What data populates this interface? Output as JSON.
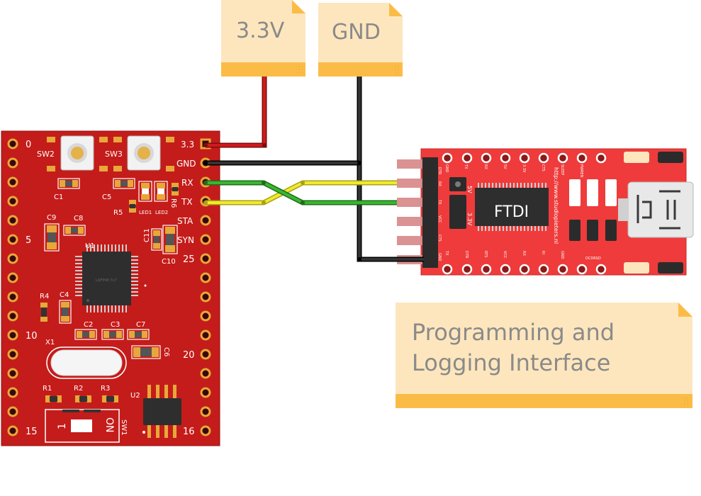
{
  "notes": {
    "v33": "3.3V",
    "gnd": "GND",
    "interface_line1": "Programming and",
    "interface_line2": "Logging Interface"
  },
  "board": {
    "pin_numbers": {
      "p0": "0",
      "p5": "5",
      "p10": "10",
      "p15": "15",
      "p16": "16",
      "p20": "20",
      "p25": "25"
    },
    "header_labels": {
      "v33": "3.3",
      "gnd": "GND",
      "rx": "RX",
      "tx": "TX",
      "sta": "STA",
      "syn": "SYN"
    },
    "components": {
      "sw2": "SW2",
      "sw3": "SW3",
      "c1": "C1",
      "c5": "C5",
      "r5": "R5",
      "r6": "R6",
      "led1": "LED1",
      "led2": "LED2",
      "c9": "C9",
      "c8": "C8",
      "u1": "U1",
      "c11": "C11",
      "c10": "C10",
      "r4": "R4",
      "c4": "C4",
      "c2": "C2",
      "c3": "C3",
      "c7": "C7",
      "x1": "X1",
      "c6": "C6",
      "r1": "R1",
      "r2": "R2",
      "r3": "R3",
      "u2": "U2",
      "sw1": "SW1",
      "on": "ON",
      "one": "1",
      "u1_marking": "LQFP48 7x7"
    }
  },
  "ftdi": {
    "chip_label": "FTDI",
    "top_pins": [
      "GND",
      "TX",
      "RX",
      "5V",
      "3.3V",
      "CTS",
      "SLEEP",
      "PWREN"
    ],
    "bottom_pins": [
      "TX",
      "DTR",
      "RTS",
      "VCC",
      "RX",
      "RI",
      "GND",
      "DCDRSD"
    ],
    "header_pins": [
      "DTR",
      "RX",
      "TX",
      "VCC",
      "CTS",
      "GND"
    ],
    "url": "http://www.studiopieters.nl",
    "voltage_5v": "5V",
    "voltage_33v": "3.3V"
  },
  "colors": {
    "pcb": "#c41c1a",
    "ftdi_board": "#ef3b3b",
    "note_fill": "#fde6bd",
    "note_band": "#fbbc47",
    "wire_red": "#d21a1a",
    "wire_black": "#1c1c1c",
    "wire_green": "#39b631",
    "wire_yellow": "#f0ea2c"
  },
  "icons": {
    "usb": "mini-usb-connector-icon"
  }
}
